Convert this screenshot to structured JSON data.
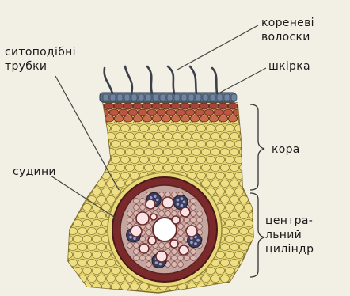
{
  "diagram": {
    "labels": {
      "root_hairs": "кореневі\nволоски",
      "sieve_tubes": "ситоподібні\nтрубки",
      "skin": "шкірка",
      "cortex": "кора",
      "vessels": "судини",
      "central_cylinder": "центра-\nльний\nциліндр"
    },
    "colors": {
      "background": "#f2efe4",
      "root_hair": "#3a3f4a",
      "epidermis": "#5b6e86",
      "outer_cortex": "#b24e3e",
      "inner_cortex": "#e8da7a",
      "cell_outline": "#8a7a3a",
      "stele_ring": "#7a2a2a",
      "phloem": "#2e3150",
      "leader_line": "#444444"
    }
  }
}
